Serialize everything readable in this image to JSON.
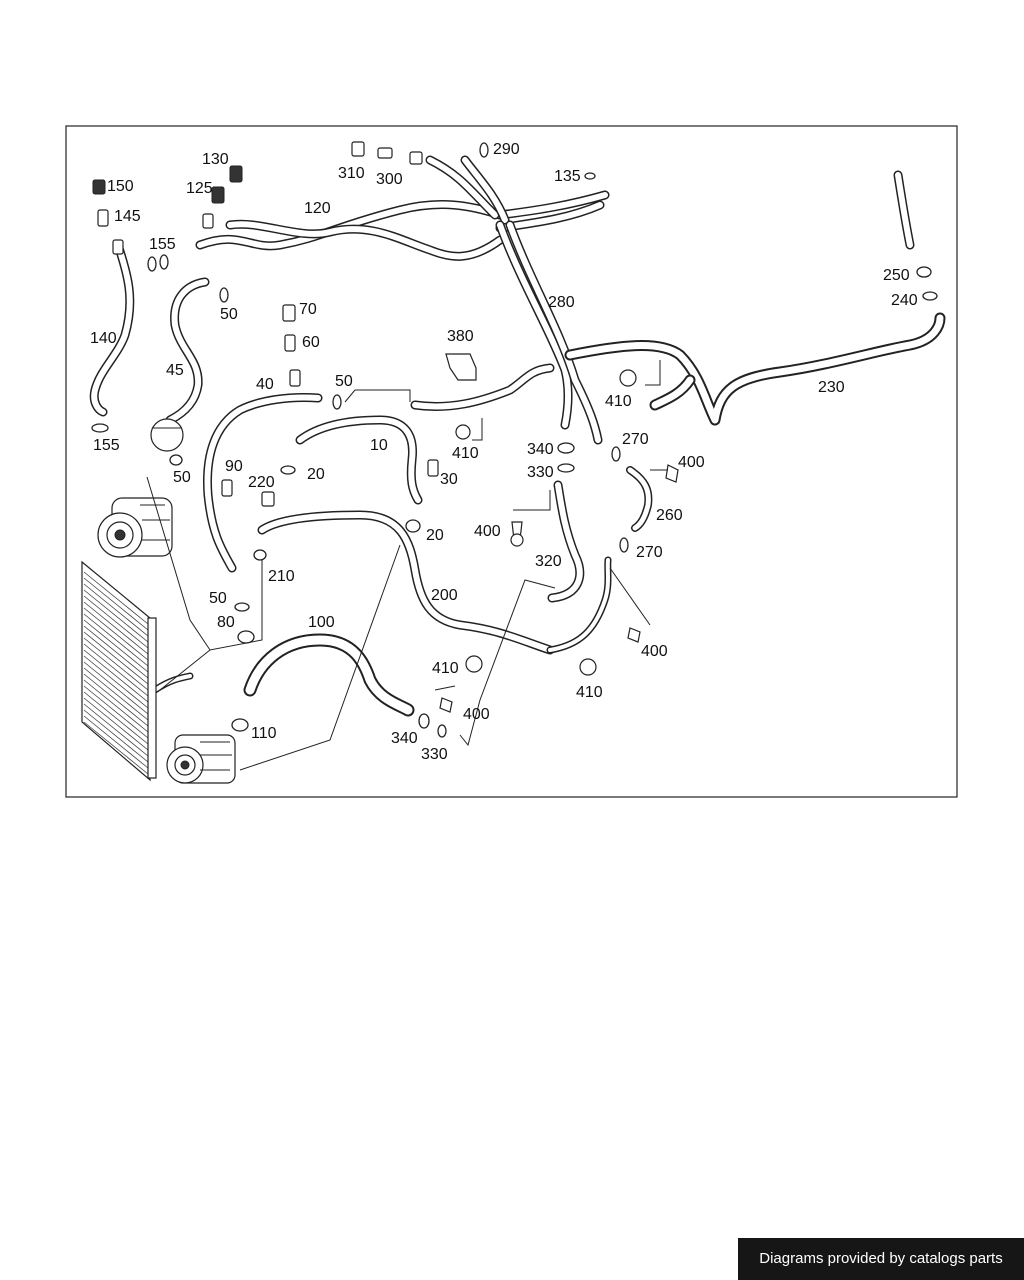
{
  "callouts": [
    "130",
    "125",
    "150",
    "145",
    "155",
    "120",
    "310",
    "300",
    "290",
    "135",
    "280",
    "250",
    "240",
    "140",
    "45",
    "50",
    "70",
    "60",
    "380",
    "40",
    "50",
    "230",
    "410",
    "410",
    "10",
    "20",
    "340",
    "330",
    "270",
    "400",
    "90",
    "220",
    "30",
    "50",
    "260",
    "400",
    "20",
    "270",
    "320",
    "200",
    "210",
    "50",
    "80",
    "100",
    "410",
    "410",
    "400",
    "340",
    "330",
    "110",
    "155"
  ],
  "credit": "Diagrams provided by catalogs parts"
}
